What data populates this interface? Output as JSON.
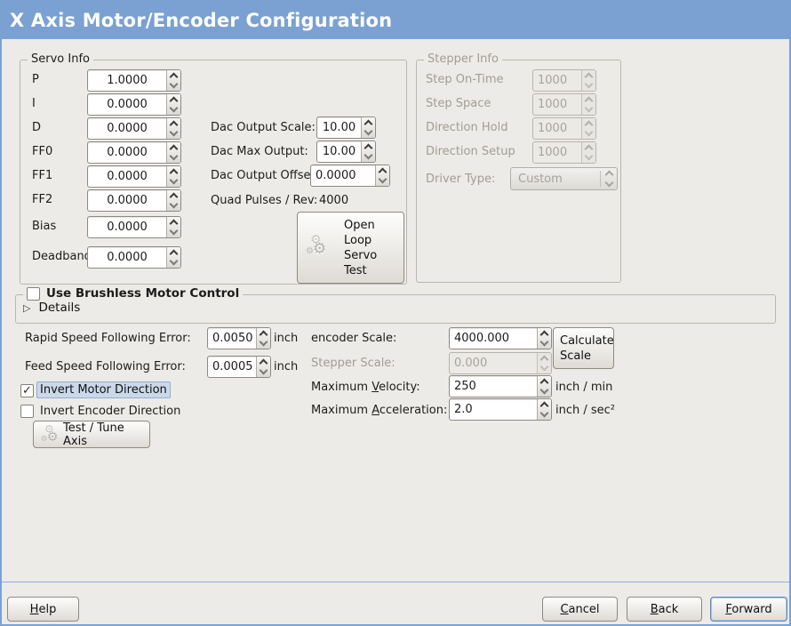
{
  "colors": {
    "titlebar_bg": "#7aa1d1",
    "window_bg": "#edebe7",
    "focus_highlight_bg": "#cbd8ea",
    "default_button_border": "#5e87bd"
  },
  "window": {
    "title": "X Axis Motor/Encoder Configuration"
  },
  "icons": {
    "gear": "⚙",
    "checkmark": "✓",
    "expander_collapsed": "▷"
  },
  "servo_info": {
    "legend": "Servo Info",
    "rows": [
      {
        "label": "P",
        "value": "1.0000"
      },
      {
        "label": "I",
        "value": "0.0000"
      },
      {
        "label": "D",
        "value": "0.0000"
      },
      {
        "label": "FF0",
        "value": "0.0000"
      },
      {
        "label": "FF1",
        "value": "0.0000"
      },
      {
        "label": "FF2",
        "value": "0.0000"
      },
      {
        "label": "Bias",
        "value": "0.0000"
      },
      {
        "label": "Deadband",
        "value": "0.0000"
      }
    ]
  },
  "dac": {
    "rows": [
      {
        "label": "Dac Output Scale:",
        "value": "10.00"
      },
      {
        "label": "Dac Max Output:",
        "value": "10.00"
      },
      {
        "label": "Dac Output Offset:",
        "value": "0.0000"
      }
    ],
    "quad_label": "Quad Pulses / Rev:",
    "quad_value": "4000",
    "open_loop_lines": [
      "Open",
      "Loop",
      "Servo",
      "Test"
    ]
  },
  "stepper_info": {
    "legend": "Stepper Info",
    "rows": [
      {
        "label": "Step On-Time",
        "value": "1000"
      },
      {
        "label": "Step Space",
        "value": "1000"
      },
      {
        "label": "Direction Hold",
        "value": "1000"
      },
      {
        "label": "Direction Setup",
        "value": "1000"
      }
    ],
    "driver_label": "Driver Type:",
    "driver_value": "Custom"
  },
  "brushless": {
    "label": "Use Brushless Motor Control",
    "checked": false,
    "details_label": "Details"
  },
  "following": {
    "rapid_label": "Rapid Speed Following Error:",
    "rapid_value": "0.0050",
    "rapid_unit": "inch",
    "feed_label": "Feed Speed Following Error:",
    "feed_value": "0.0005",
    "feed_unit": "inch"
  },
  "direction": {
    "invert_motor": {
      "label": "Invert Motor Direction",
      "checked": true
    },
    "invert_encoder": {
      "label": "Invert Encoder Direction",
      "checked": false
    },
    "test_tune_label": "Test / Tune Axis"
  },
  "scales": {
    "encoder_label": "encoder Scale:",
    "encoder_value": "4000.000",
    "calculate_lines": [
      "Calculate",
      "Scale"
    ],
    "stepper_label": "Stepper Scale:",
    "stepper_value": "0.000",
    "velocity": {
      "pre": "Maximum ",
      "mn": "V",
      "rest": "elocity:",
      "value": "250",
      "unit": "inch / min"
    },
    "acceleration": {
      "pre": "Maximum ",
      "mn": "A",
      "rest": "cceleration:",
      "value": "2.0",
      "unit": "inch / sec²"
    }
  },
  "footer": {
    "help": {
      "mn": "H",
      "rest": "elp"
    },
    "cancel": {
      "mn": "C",
      "rest": "ancel"
    },
    "back": {
      "mn": "B",
      "rest": "ack"
    },
    "forward": {
      "mn": "F",
      "rest": "orward"
    }
  }
}
